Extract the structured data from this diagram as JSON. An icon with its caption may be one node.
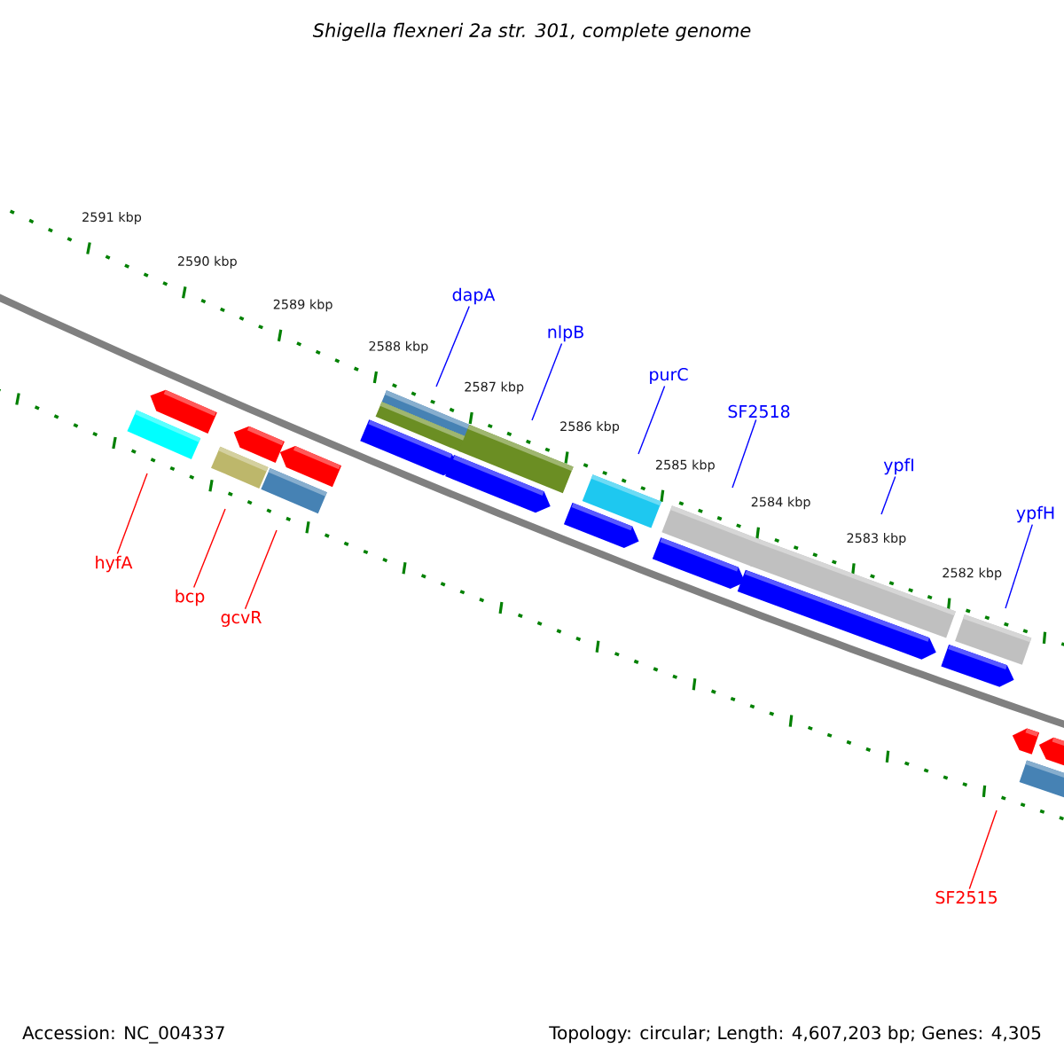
{
  "diagram": {
    "title": "*Shigella flexneri* 2a str. 301, complete genome",
    "nodes": [
      {
        "text": [
          "dapA"
        ]
      },
      {
        "text": [
          "nlpB"
        ]
      },
      {
        "text": [
          "purC"
        ]
      },
      {
        "text": [
          "SF2518"
        ]
      },
      {
        "text": [
          "ypfI"
        ]
      },
      {
        "text": [
          "ypfH"
        ]
      },
      {
        "text": [
          "hyfA"
        ]
      },
      {
        "text": [
          "bcp"
        ]
      },
      {
        "text": [
          "gcvR"
        ]
      },
      {
        "text": [
          "SF2515"
        ]
      }
    ],
    "edges": [
      {
        "from": 0,
        "to": null,
        "arrow": "none"
      },
      {
        "from": 1,
        "to": null,
        "arrow": "none"
      },
      {
        "from": 2,
        "to": null,
        "arrow": "none"
      },
      {
        "from": 3,
        "to": null,
        "arrow": "none"
      },
      {
        "from": 4,
        "to": null,
        "arrow": "none"
      },
      {
        "from": 5,
        "to": null,
        "arrow": "none"
      },
      {
        "from": 6,
        "to": null,
        "arrow": "none",
        "color": "#ff0000"
      },
      {
        "from": 7,
        "to": null,
        "arrow": "none",
        "color": "#ff0000"
      },
      {
        "from": 8,
        "to": null,
        "arrow": "none",
        "color": "#ff0000"
      },
      {
        "from": 9,
        "to": null,
        "arrow": "none",
        "color": "#ff0000"
      }
    ],
    "labels": [
      "2591 kbp",
      "2590 kbp",
      "2589 kbp",
      "2588 kbp",
      "2587 kbp",
      "2586 kbp",
      "2585 kbp",
      "2584 kbp",
      "2583 kbp",
      "2582 kbp",
      "Accession: NC_004337",
      "Topology: circular; Length: 4,607,203 bp; Genes: 4,305"
    ]
  }
}
